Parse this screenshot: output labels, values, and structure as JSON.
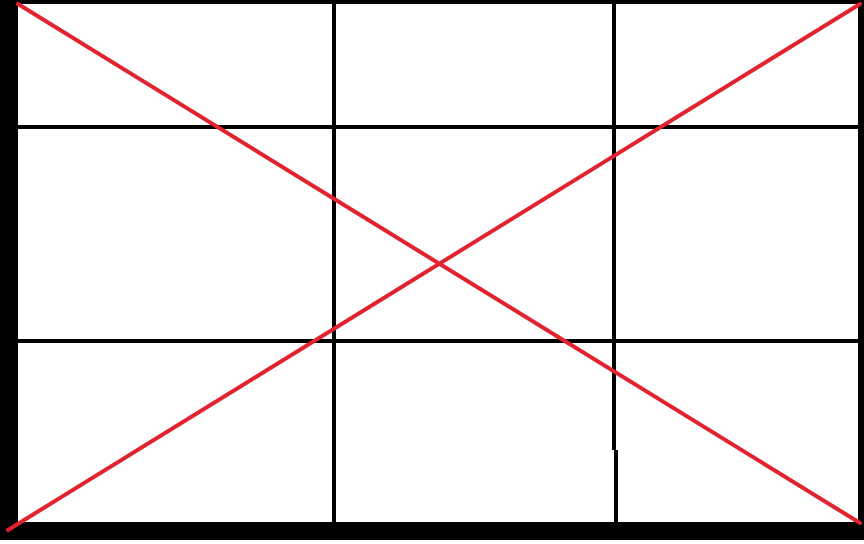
{
  "diagram": {
    "grid": {
      "columns": 3,
      "rows": 3
    },
    "colors": {
      "background": "#ffffff",
      "grid_line": "#000000",
      "diagonal": "#e0232e"
    },
    "diagonals": [
      "top-left-to-bottom-right",
      "bottom-left-to-top-right"
    ]
  }
}
